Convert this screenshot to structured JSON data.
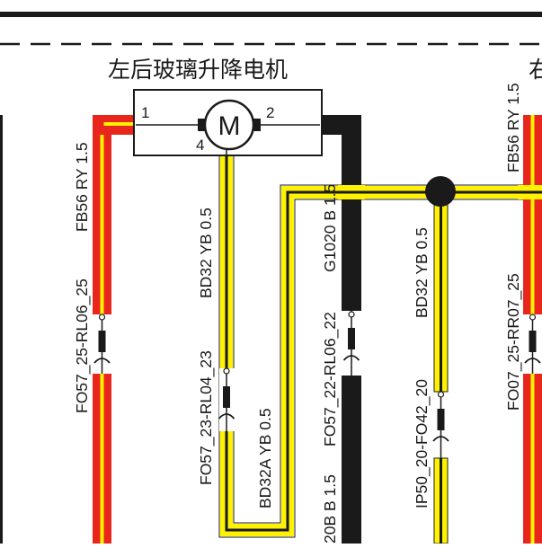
{
  "diagram": {
    "component": {
      "title": "左后玻璃升降电机",
      "motor_symbol": "M",
      "pins": [
        "1",
        "2",
        "4"
      ]
    },
    "right_title_fragment": "右",
    "wires": [
      {
        "id": "w1",
        "upper_label": "FB56 RY 1.5",
        "connector_label": "FO57_25-RL06_25",
        "color": "red-yellow"
      },
      {
        "id": "w2",
        "upper_label": "BD32 YB 0.5",
        "connector_label": "FO57_23-RL04_23",
        "lower_label": "BD32A YB 0.5",
        "color": "yellow-black"
      },
      {
        "id": "w3",
        "upper_label": "G1020 B 1.5",
        "connector_label": "FO57_22-RL06_22",
        "lower_label": "20B B 1.5",
        "color": "black"
      },
      {
        "id": "w4",
        "upper_label": "BD32 YB 0.5",
        "connector_label": "IP50_20-FO42_20",
        "color": "yellow-black"
      },
      {
        "id": "w5",
        "upper_label": "FB56 RY 1.5",
        "connector_label": "FO07_25-RR07_25",
        "color": "red-yellow"
      }
    ],
    "colors": {
      "red": "#e8261c",
      "yellow": "#fff200",
      "black": "#1a1a1a",
      "border": "#1a1a1a"
    }
  }
}
